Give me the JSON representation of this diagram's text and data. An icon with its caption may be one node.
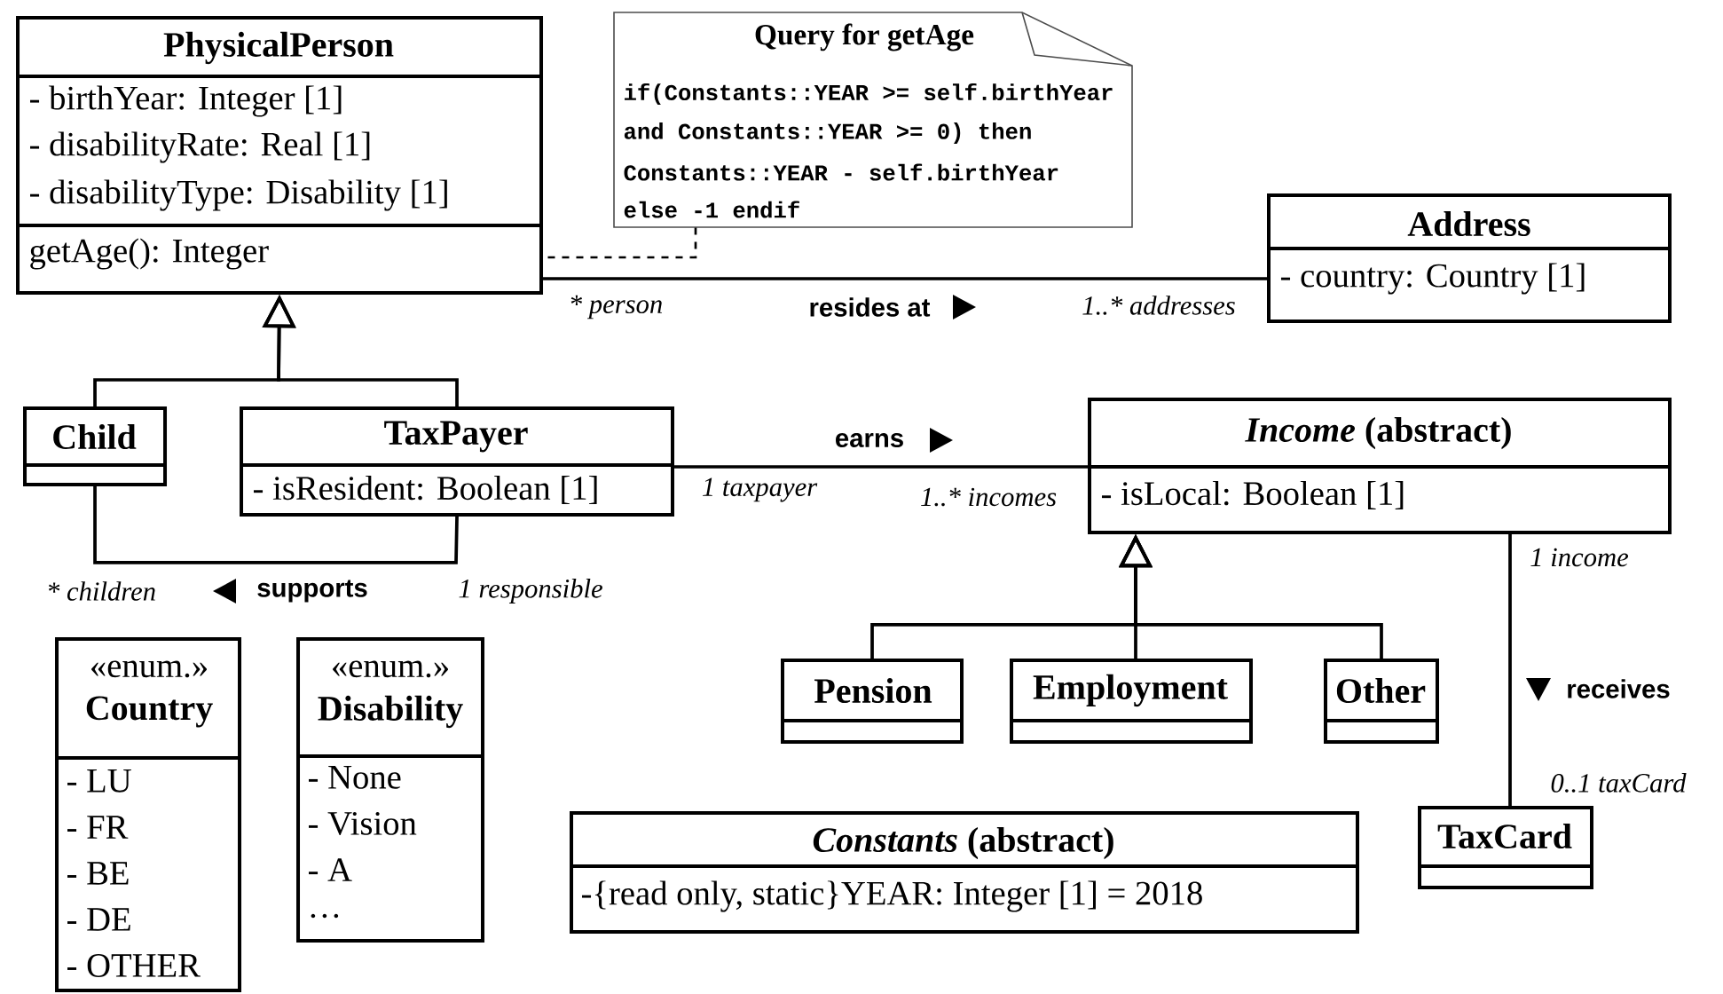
{
  "diagram": {
    "nodes": [
      {
        "text": [
          "PhysicalPerson",
          "- birthYear: Integer [1]",
          "- disabilityRate: Real [1]",
          "- disabilityType: Disability [1]",
          "getAge(): Integer"
        ]
      },
      {
        "text": [
          "Query for getAge",
          "if(Constants::YEAR >= self.birthYear",
          "and Constants::YEAR >= 0) then",
          "Constants::YEAR - self.birthYear",
          "else -1 endif"
        ]
      },
      {
        "text": [
          "Address",
          "- country: Country [1]"
        ]
      },
      {
        "text": [
          "Child"
        ]
      },
      {
        "text": [
          "TaxPayer",
          "- isResident: Boolean [1]"
        ]
      },
      {
        "text": [
          "*Income* (abstract)",
          "- isLocal: Boolean [1]"
        ]
      },
      {
        "text": [
          "Pension"
        ]
      },
      {
        "text": [
          "Employment"
        ]
      },
      {
        "text": [
          "Other"
        ]
      },
      {
        "text": [
          "«enum.»",
          "Country",
          "- LU",
          "- FR",
          "- BE",
          "- DE",
          "- OTHER"
        ]
      },
      {
        "text": [
          "«enum.»",
          "Disability",
          "- None",
          "- Vision",
          "- A",
          "…"
        ]
      },
      {
        "text": [
          "*Constants* (abstract)",
          "-{read only, static}YEAR: Integer [1] = 2018"
        ]
      },
      {
        "text": [
          "TaxCard"
        ]
      }
    ],
    "edges": [
      {
        "from": 3,
        "to": 0,
        "arrow": "to"
      },
      {
        "from": 4,
        "to": 0,
        "arrow": "to"
      },
      {
        "from": 6,
        "to": 5,
        "arrow": "to"
      },
      {
        "from": 7,
        "to": 5,
        "arrow": "to"
      },
      {
        "from": 8,
        "to": 5,
        "arrow": "to"
      },
      {
        "from": 1,
        "to": 0,
        "arrow": "none",
        "style": "dashed"
      },
      {
        "from": 0,
        "to": 2,
        "arrow": "none",
        "label": "resides at"
      },
      {
        "from": 4,
        "to": 5,
        "arrow": "none",
        "label": "earns"
      },
      {
        "from": 3,
        "to": 4,
        "arrow": "none",
        "label": "supports"
      },
      {
        "from": 5,
        "to": 12,
        "arrow": "none",
        "label": "receives"
      }
    ],
    "labels": [
      "* person",
      "1..* addresses",
      "1 taxpayer",
      "1..* incomes",
      "* children",
      "1 responsible",
      "1 income",
      "0..1 taxCard"
    ]
  }
}
